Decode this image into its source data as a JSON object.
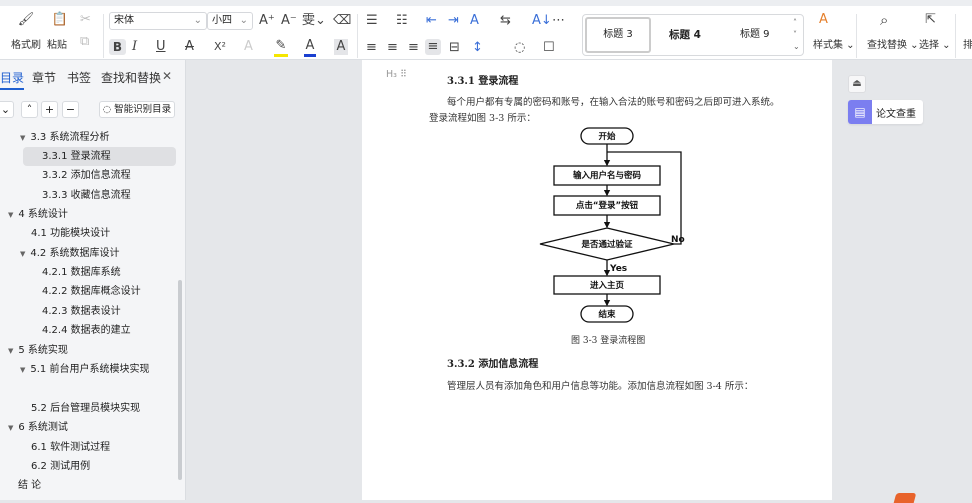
{
  "toolbar": {
    "format_painter": "格式刷",
    "paste": "粘贴",
    "font_name": "宋体",
    "font_size": "小四",
    "styles": [
      "标题 3",
      "标题 4",
      "标题 9"
    ],
    "style_set": "样式集",
    "find_replace": "查找替换",
    "select": "选择",
    "more": "排",
    "bold": "B",
    "italic": "I",
    "underline": "U",
    "strike": "A",
    "superscript": "X²",
    "highlight_color": "#f5e600",
    "font_color": "#1a3fd0"
  },
  "sidebar": {
    "tabs": [
      "目录",
      "章节",
      "书签",
      "查找和替换"
    ],
    "smart_toc": "智能识别目录",
    "items": [
      {
        "label": "3.3 系统流程分析",
        "level": 2,
        "expanded": true
      },
      {
        "label": "3.3.1 登录流程",
        "level": 3,
        "selected": true
      },
      {
        "label": "3.3.2 添加信息流程",
        "level": 3
      },
      {
        "label": "3.3.3 收藏信息流程",
        "level": 3
      },
      {
        "label": "4   系统设计",
        "level": 1,
        "expanded": true
      },
      {
        "label": "4.1 功能模块设计",
        "level": 2
      },
      {
        "label": "4.2 系统数据库设计",
        "level": 2,
        "expanded": true
      },
      {
        "label": "4.2.1 数据库系统",
        "level": 3
      },
      {
        "label": "4.2.2 数据库概念设计",
        "level": 3
      },
      {
        "label": "4.2.3 数据表设计",
        "level": 3
      },
      {
        "label": "4.2.4 数据表的建立",
        "level": 3
      },
      {
        "label": "5   系统实现",
        "level": 1,
        "expanded": true
      },
      {
        "label": "5.1 前台用户系统模块实现",
        "level": 2,
        "expanded": true
      },
      {
        "label": "5.2 后台管理员模块实现",
        "level": 2
      },
      {
        "label": "6   系统测试",
        "level": 1,
        "expanded": true
      },
      {
        "label": "6.1 软件测试过程",
        "level": 2
      },
      {
        "label": "6.2 测试用例",
        "level": 2
      },
      {
        "label": "结    论",
        "level": 1
      }
    ]
  },
  "document": {
    "heading_marker": "H₃",
    "heading1": "3.3.1 登录流程",
    "para1": "每个用户都有专属的密码和账号，在输入合法的账号和密码之后即可进入系统。",
    "para1b": "登录流程如图 3-3 所示：",
    "flow": {
      "start": "开始",
      "input": "输入用户名与密码",
      "click": "点击“登录”按钮",
      "decision": "是否通过验证",
      "no": "No",
      "yes": "Yes",
      "home": "进入主页",
      "end": "结束"
    },
    "caption": "图 3-3  登录流程图",
    "heading2": "3.3.2 添加信息流程",
    "para2": "管理层人员有添加角色和用户信息等功能。添加信息流程如图 3-4 所示："
  },
  "right_panel": {
    "plagiarism_check": "论文查重"
  }
}
